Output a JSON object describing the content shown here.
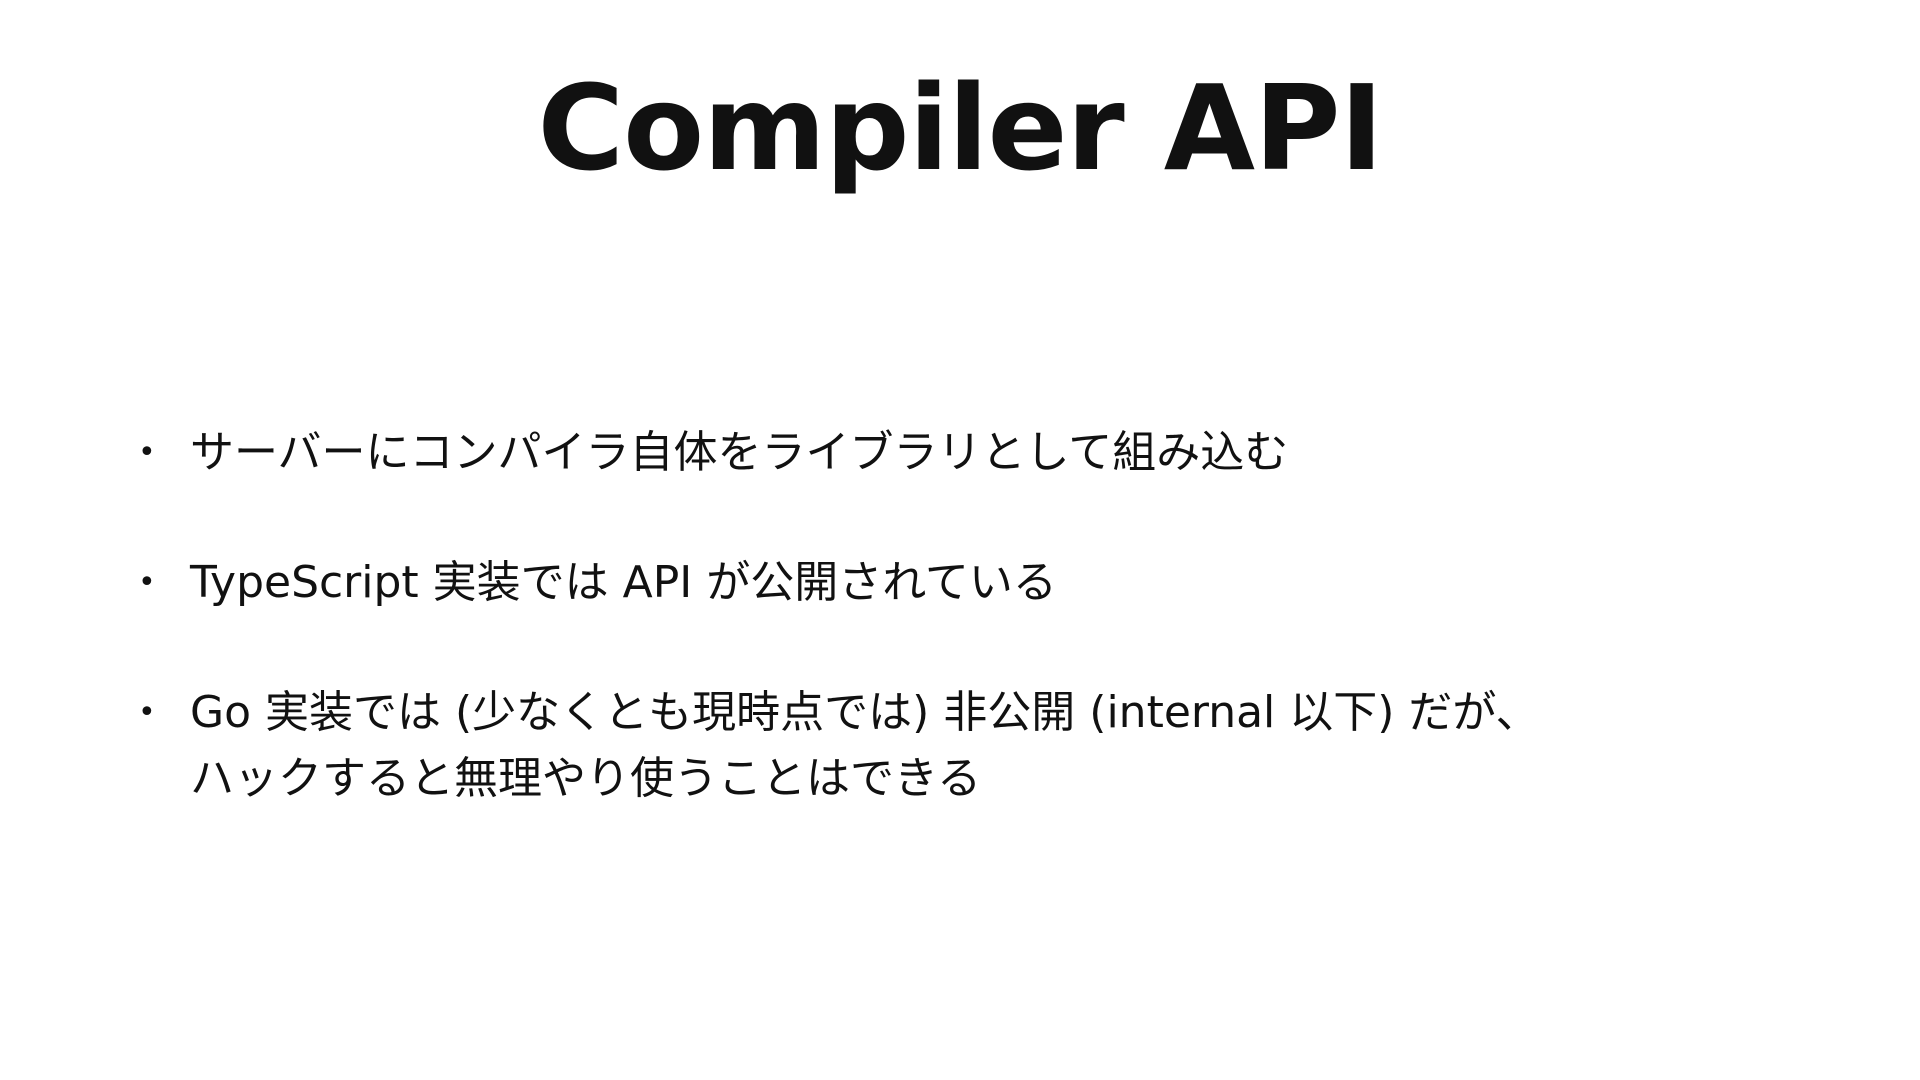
{
  "slide": {
    "title": "Compiler API",
    "bullet_marker": "•",
    "bullets": [
      {
        "text": "サーバーにコンパイラ自体をライブラリとして組み込む"
      },
      {
        "text": "TypeScript 実装では API が公開されている"
      },
      {
        "text": "Go 実装では (少なくとも現時点では) 非公開 (internal 以下) だが、\nハックすると無理やり使うことはできる"
      }
    ]
  }
}
